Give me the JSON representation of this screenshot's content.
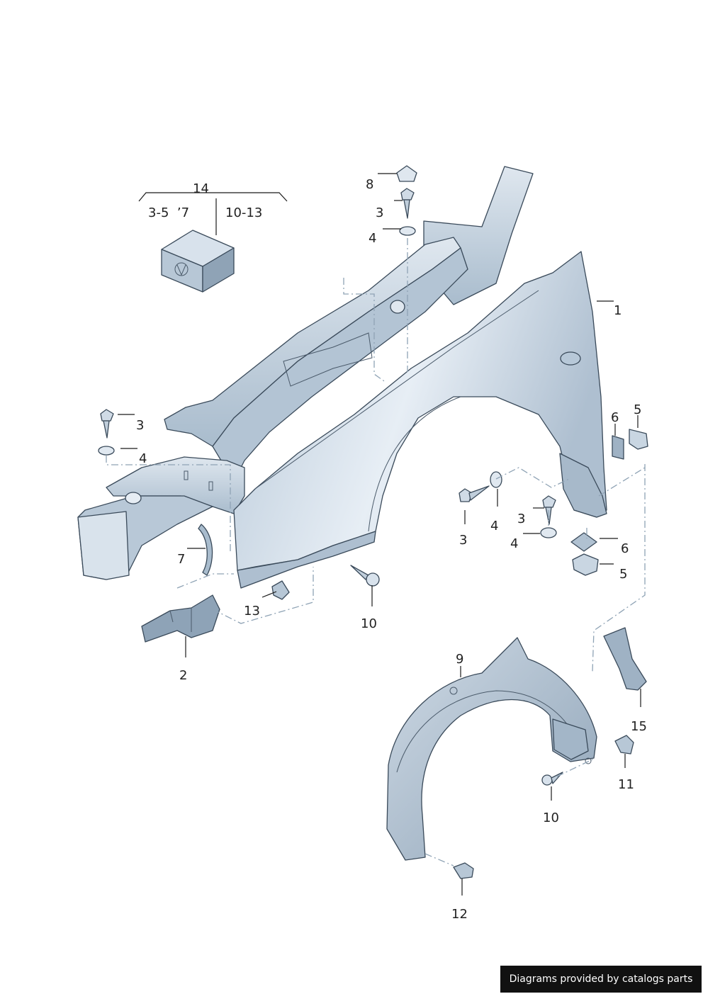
{
  "callouts": [
    {
      "id": "c1",
      "text": "1"
    },
    {
      "id": "c2",
      "text": "2"
    },
    {
      "id": "c3a",
      "text": "3"
    },
    {
      "id": "c3b",
      "text": "3"
    },
    {
      "id": "c3c",
      "text": "3"
    },
    {
      "id": "c3d",
      "text": "3"
    },
    {
      "id": "c4a",
      "text": "4"
    },
    {
      "id": "c4b",
      "text": "4"
    },
    {
      "id": "c4c",
      "text": "4"
    },
    {
      "id": "c4d",
      "text": "4"
    },
    {
      "id": "c5a",
      "text": "5"
    },
    {
      "id": "c5b",
      "text": "5"
    },
    {
      "id": "c6a",
      "text": "6"
    },
    {
      "id": "c6b",
      "text": "6"
    },
    {
      "id": "c7",
      "text": "7"
    },
    {
      "id": "c8",
      "text": "8"
    },
    {
      "id": "c9",
      "text": "9"
    },
    {
      "id": "c10a",
      "text": "10"
    },
    {
      "id": "c10b",
      "text": "10"
    },
    {
      "id": "c11",
      "text": "11"
    },
    {
      "id": "c12",
      "text": "12"
    },
    {
      "id": "c13",
      "text": "13"
    },
    {
      "id": "c14",
      "text": "14"
    },
    {
      "id": "c15",
      "text": "15"
    }
  ],
  "kit_group": {
    "range_left": "3-5  ’7",
    "range_right": "10-13"
  },
  "colors": {
    "part_fill": "#c9d6e2",
    "part_shade": "#9fb2c4",
    "dash": "#8fa3b5"
  },
  "footer": {
    "text": "Diagrams provided by catalogs parts"
  }
}
